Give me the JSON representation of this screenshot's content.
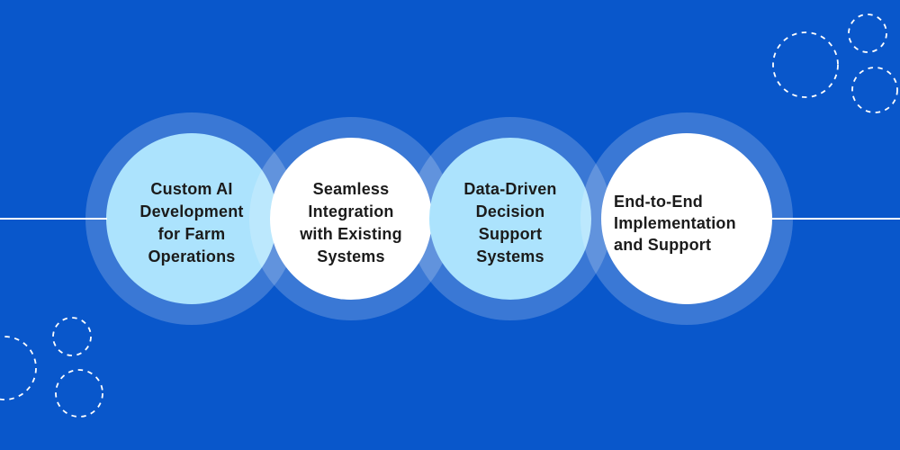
{
  "canvas": {
    "background_color": "#0957CB",
    "divider_color": "#FFFFFF",
    "halo_overlay_color": "rgba(255,255,255,0.20)",
    "light_circle_color": "#ACE3FD",
    "white_circle_color": "#FFFFFF",
    "text_color": "#1B1B1B",
    "dashed_circle_color": "#FFFFFF"
  },
  "items": [
    {
      "id": "custom-ai-development",
      "text": "Custom AI\nDevelopment\nfor Farm\nOperations",
      "fill": "#ACE3FD",
      "text_align": "center"
    },
    {
      "id": "seamless-integration",
      "text": "Seamless\nIntegration\nwith Existing\nSystems",
      "fill": "#FFFFFF",
      "text_align": "center"
    },
    {
      "id": "data-driven-decision",
      "text": "Data-Driven\nDecision\nSupport\nSystems",
      "fill": "#ACE3FD",
      "text_align": "center"
    },
    {
      "id": "end-to-end-implementation",
      "text": "End-to-End\nImplementation\nand Support",
      "fill": "#FFFFFF",
      "text_align": "left"
    }
  ]
}
